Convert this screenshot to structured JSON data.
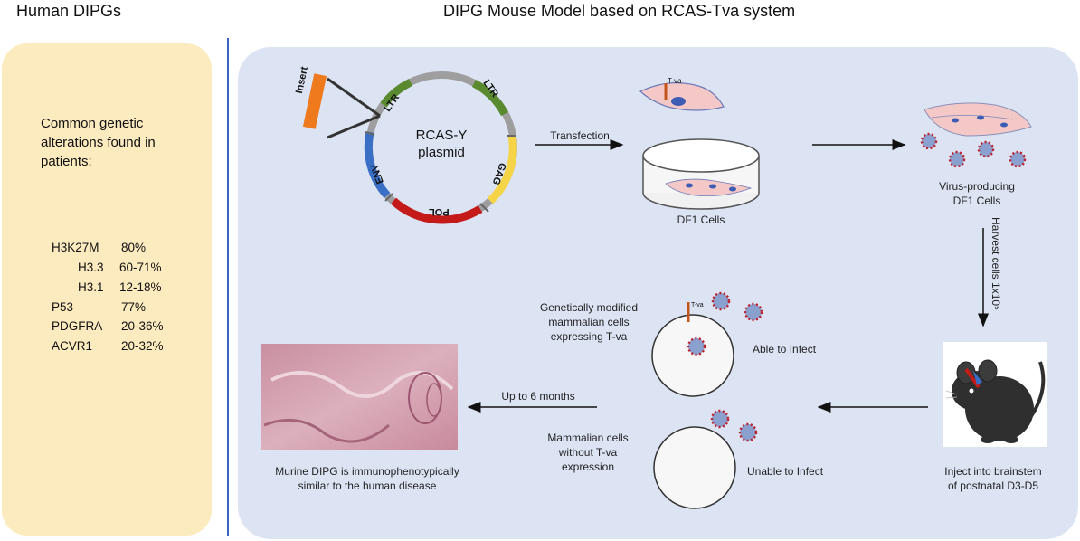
{
  "titles": {
    "left": "Human DIPGs",
    "right": "DIPG Mouse Model based on RCAS-Tva system"
  },
  "human": {
    "intro_lines": [
      "Common genetic",
      "alterations found in",
      "patients:"
    ],
    "stats": [
      {
        "name": "H3K27M",
        "value": "80%"
      },
      {
        "name": "H3.3",
        "value": "60-71%"
      },
      {
        "name": "H3.1",
        "value": "12-18%"
      },
      {
        "name": "P53",
        "value": "77%"
      },
      {
        "name": "PDGFRA",
        "value": "20-36%"
      },
      {
        "name": "ACVR1",
        "value": "20-32%"
      }
    ]
  },
  "plasmid": {
    "insert": "Insert",
    "center_line1": "RCAS-Y",
    "center_line2": "plasmid",
    "ltr_left": "LTR",
    "ltr_right": "LTR",
    "gag": "GAG",
    "pol": "POL",
    "env": "ENV"
  },
  "steps": {
    "transfection": "Transfection",
    "tva_cell": "T-va",
    "df1": "DF1 Cells",
    "virus_producing_l1": "Virus-producing",
    "virus_producing_l2": "DF1 Cells",
    "harvest": "Harvest cells 1x10⁵",
    "inject_l1": "Inject into brainstem",
    "inject_l2": "of postnatal D3-D5",
    "mod_l1": "Genetically modified",
    "mod_l2": "mammalian cells",
    "mod_l3": "expressing T-va",
    "tva_small": "T-va",
    "able": "Able to Infect",
    "wo_l1": "Mammalian cells",
    "wo_l2": "without T-va",
    "wo_l3": "expression",
    "unable": "Unable to Infect",
    "months": "Up to 6 months",
    "murine_l1": "Murine DIPG is immunophenotypically",
    "murine_l2": "similar to the human disease"
  },
  "colors": {
    "panel_left": "#fdebc0",
    "panel_right": "#dce4f4",
    "divider": "#3f63c4",
    "ltr": "#5a8a30",
    "gag": "#f5d547",
    "pol": "#c41a1a",
    "env": "#3a6fc6",
    "insert": "#ee7a1d",
    "virus": "#8aa0cf",
    "virus_spike": "#c0202b"
  }
}
